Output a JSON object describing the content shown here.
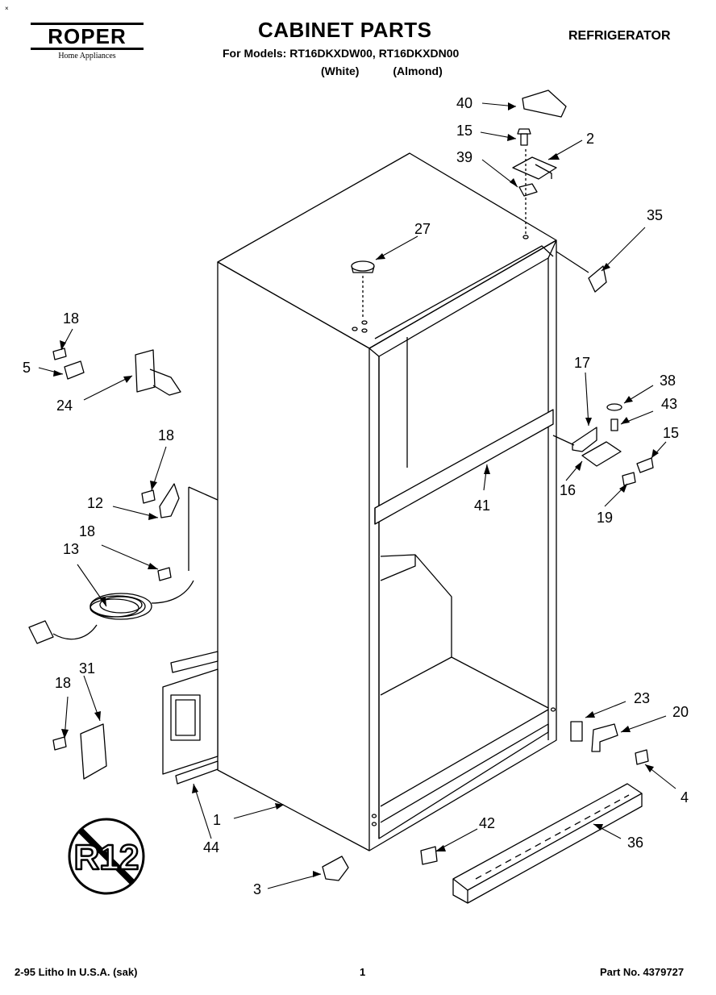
{
  "header": {
    "brand": "ROPER",
    "brand_sub": "Home Appliances",
    "title": "CABINET PARTS",
    "models": "For Models: RT16DKXDW00, RT16DKXDN00",
    "variant_white": "(White)",
    "variant_almond": "(Almond)",
    "category": "REFRIGERATOR"
  },
  "badge": {
    "text": "R12"
  },
  "callouts": [
    {
      "id": "c40",
      "label": "40"
    },
    {
      "id": "c15a",
      "label": "15"
    },
    {
      "id": "c2",
      "label": "2"
    },
    {
      "id": "c39",
      "label": "39"
    },
    {
      "id": "c35",
      "label": "35"
    },
    {
      "id": "c27",
      "label": "27"
    },
    {
      "id": "c18a",
      "label": "18"
    },
    {
      "id": "c5",
      "label": "5"
    },
    {
      "id": "c24",
      "label": "24"
    },
    {
      "id": "c17",
      "label": "17"
    },
    {
      "id": "c38",
      "label": "38"
    },
    {
      "id": "c43",
      "label": "43"
    },
    {
      "id": "c15b",
      "label": "15"
    },
    {
      "id": "c18b",
      "label": "18"
    },
    {
      "id": "c12",
      "label": "12"
    },
    {
      "id": "c41",
      "label": "41"
    },
    {
      "id": "c16",
      "label": "16"
    },
    {
      "id": "c19",
      "label": "19"
    },
    {
      "id": "c18c",
      "label": "18"
    },
    {
      "id": "c13",
      "label": "13"
    },
    {
      "id": "c18d",
      "label": "18"
    },
    {
      "id": "c31",
      "label": "31"
    },
    {
      "id": "c23",
      "label": "23"
    },
    {
      "id": "c20",
      "label": "20"
    },
    {
      "id": "c4",
      "label": "4"
    },
    {
      "id": "c1",
      "label": "1"
    },
    {
      "id": "c44",
      "label": "44"
    },
    {
      "id": "c42",
      "label": "42"
    },
    {
      "id": "c36",
      "label": "36"
    },
    {
      "id": "c3",
      "label": "3"
    }
  ],
  "footer": {
    "left": "2-95 Litho In U.S.A. (sak)",
    "page": "1",
    "part_no": "Part No. 4379727"
  }
}
